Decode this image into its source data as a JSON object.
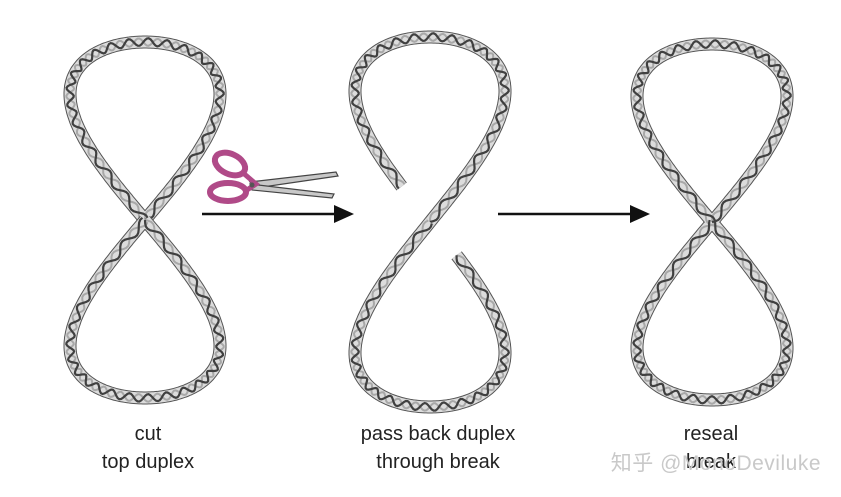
{
  "steps": [
    {
      "line1": "cut",
      "line2": "top duplex"
    },
    {
      "line1": "pass back duplex",
      "line2": "through break"
    },
    {
      "line1": "reseal",
      "line2": "break"
    }
  ],
  "watermark": "知乎 @MonoDeviluke",
  "colors": {
    "ribbon_fill": "#dcdcdc",
    "ribbon_edge": "#555555",
    "strand_dark": "#404040",
    "strand_light": "#a8a8a8",
    "scissor_handle": "#b04a88",
    "arrow": "#111111"
  },
  "icons": [
    "scissors-icon",
    "arrow-right-icon"
  ]
}
